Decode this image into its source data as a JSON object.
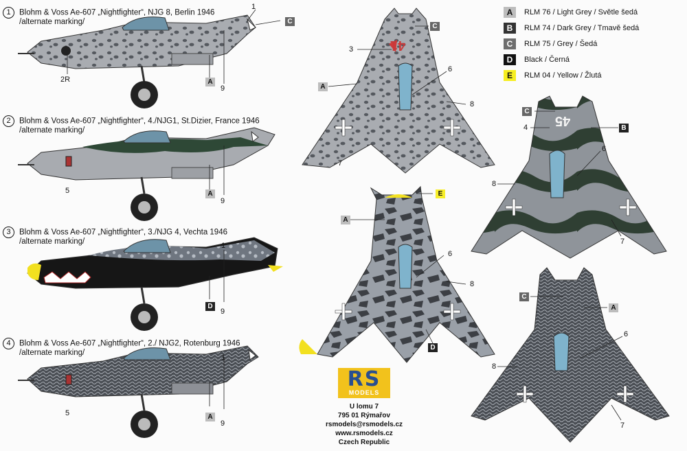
{
  "profiles": [
    {
      "num": "1",
      "title": "Blohm & Voss Ae-607 „Nightfighter“, NJG 8, Berlin 1946",
      "sub": "/alternate marking/"
    },
    {
      "num": "2",
      "title": "Blohm & Voss Ae-607 „Nightfighter“, 4./NJG1, St.Dizier, France 1946",
      "sub": "/alternate marking/"
    },
    {
      "num": "3",
      "title": "Blohm & Voss Ae-607 „Nightfighter“, 3./NJG 4, Vechta 1946",
      "sub": "/alternate marking/"
    },
    {
      "num": "4",
      "title": "Blohm & Voss Ae-607 „Nightfighter“, 2./ NJG2, Rotenburg 1946",
      "sub": "/alternate marking/"
    }
  ],
  "legend": [
    {
      "code": "A",
      "text": "RLM 76 / Light Grey / Světle šedá",
      "color": "#bdbdbd",
      "fg": "#111111"
    },
    {
      "code": "B",
      "text": "RLM 74 / Dark Grey / Tmavě šedá",
      "color": "#333333",
      "fg": "#ffffff"
    },
    {
      "code": "C",
      "text": "RLM 75 / Grey / Šedá",
      "color": "#6e6e6e",
      "fg": "#ffffff"
    },
    {
      "code": "D",
      "text": "Black / Černá",
      "color": "#111111",
      "fg": "#ffffff"
    },
    {
      "code": "E",
      "text": "RLM 04 / Yellow / Žlutá",
      "color": "#f6ee1f",
      "fg": "#111111"
    }
  ],
  "callouts": {
    "p1": {
      "one": "1",
      "c": "C",
      "twoR": "2R",
      "a": "A",
      "nine": "9"
    },
    "p2": {
      "five": "5",
      "a": "A",
      "nine": "9"
    },
    "p3": {
      "one": "1",
      "d": "D",
      "nine": "9"
    },
    "p4": {
      "one": "1",
      "five": "5",
      "a": "A",
      "nine": "9"
    },
    "top1": {
      "c": "C",
      "three": "3",
      "a": "A",
      "six": "6",
      "eight": "8",
      "seven": "7"
    },
    "bot1": {
      "e": "E",
      "a": "A",
      "six": "6",
      "eight": "8",
      "d": "D"
    },
    "top2": {
      "c": "C",
      "four": "4",
      "b": "B",
      "six": "6",
      "eight": "8",
      "seven": "7"
    },
    "bot2": {
      "c": "C",
      "a": "A",
      "six": "6",
      "eight": "8",
      "seven": "7"
    }
  },
  "aircraft_codes": {
    "top1": "41",
    "top2": "45"
  },
  "logo": {
    "letters": "RS",
    "sub": "MODELS"
  },
  "contact": {
    "line1": "U lomu 7",
    "line2": "795 01 Rýmařov",
    "line3": "rsmodels@rsmodels.cz",
    "line4": "www.rsmodels.cz",
    "line5": "Czech Republic"
  }
}
